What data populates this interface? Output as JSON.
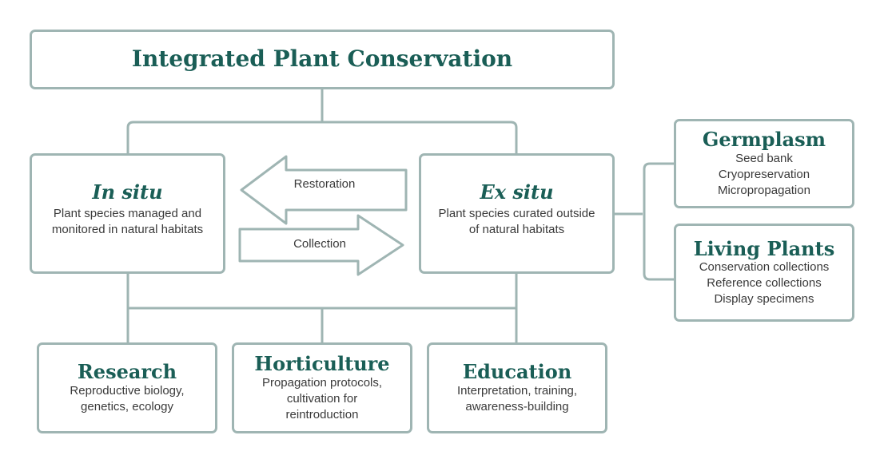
{
  "root": {
    "title": "Integrated Plant Conservation"
  },
  "in_situ": {
    "title": "In situ",
    "lines": [
      "Plant species managed and",
      "monitored in natural habitats"
    ]
  },
  "ex_situ": {
    "title": "Ex situ",
    "lines": [
      "Plant species curated outside",
      "of natural habitats"
    ]
  },
  "arrows": {
    "restoration": "Restoration",
    "collection": "Collection"
  },
  "germplasm": {
    "title": "Germplasm",
    "lines": [
      "Seed bank",
      "Cryopreservation",
      "Micropropagation"
    ]
  },
  "living_plants": {
    "title": "Living Plants",
    "lines": [
      "Conservation collections",
      "Reference collections",
      "Display specimens"
    ]
  },
  "research": {
    "title": "Research",
    "lines": [
      "Reproductive biology,",
      "genetics, ecology"
    ]
  },
  "horticulture": {
    "title": "Horticulture",
    "lines": [
      "Propagation protocols,",
      "cultivation for",
      "reintroduction"
    ]
  },
  "education": {
    "title": "Education",
    "lines": [
      "Interpretation, training,",
      "awareness-building"
    ]
  },
  "colors": {
    "accent": "#1a5e56",
    "border": "#9fb5b3",
    "text": "#3a3a3a"
  }
}
